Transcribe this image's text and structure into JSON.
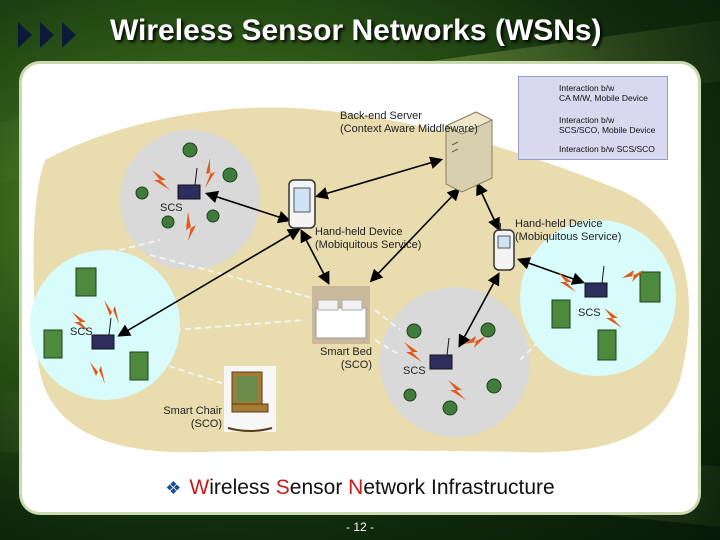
{
  "slide": {
    "title": "Wireless Sensor Networks (WSNs)",
    "page_number": "- 12 -"
  },
  "legend": {
    "items": [
      "Interaction b/w\nCA M/W, Mobile Device",
      "Interaction b/w\nSCS/SCO, Mobile Device",
      "Interaction b/w SCS/SCO"
    ]
  },
  "diagram": {
    "server": "Back-end Server\n(Context Aware Middleware)",
    "handheld_1": "Hand-held Device\n(Mobiquitous Service)",
    "handheld_2": "Hand-held Device\n(Mobiquitous Service)",
    "bed": "Smart Bed\n(SCO)",
    "chair": "Smart Chair\n(SCO)",
    "scs_top": "SCS",
    "scs_left": "SCS",
    "scs_mid": "SCS",
    "scs_right": "SCS"
  },
  "caption": {
    "w": "W",
    "w_rest": "ireless ",
    "s": "S",
    "s_rest": "ensor ",
    "n": "N",
    "n_rest": "etwork Infrastructure"
  },
  "colors": {
    "region": "#e9dcae",
    "cluster": "#d9d9d9",
    "cluster_cyan": "#d8fbfb",
    "highlight": "#cc1a1a"
  }
}
